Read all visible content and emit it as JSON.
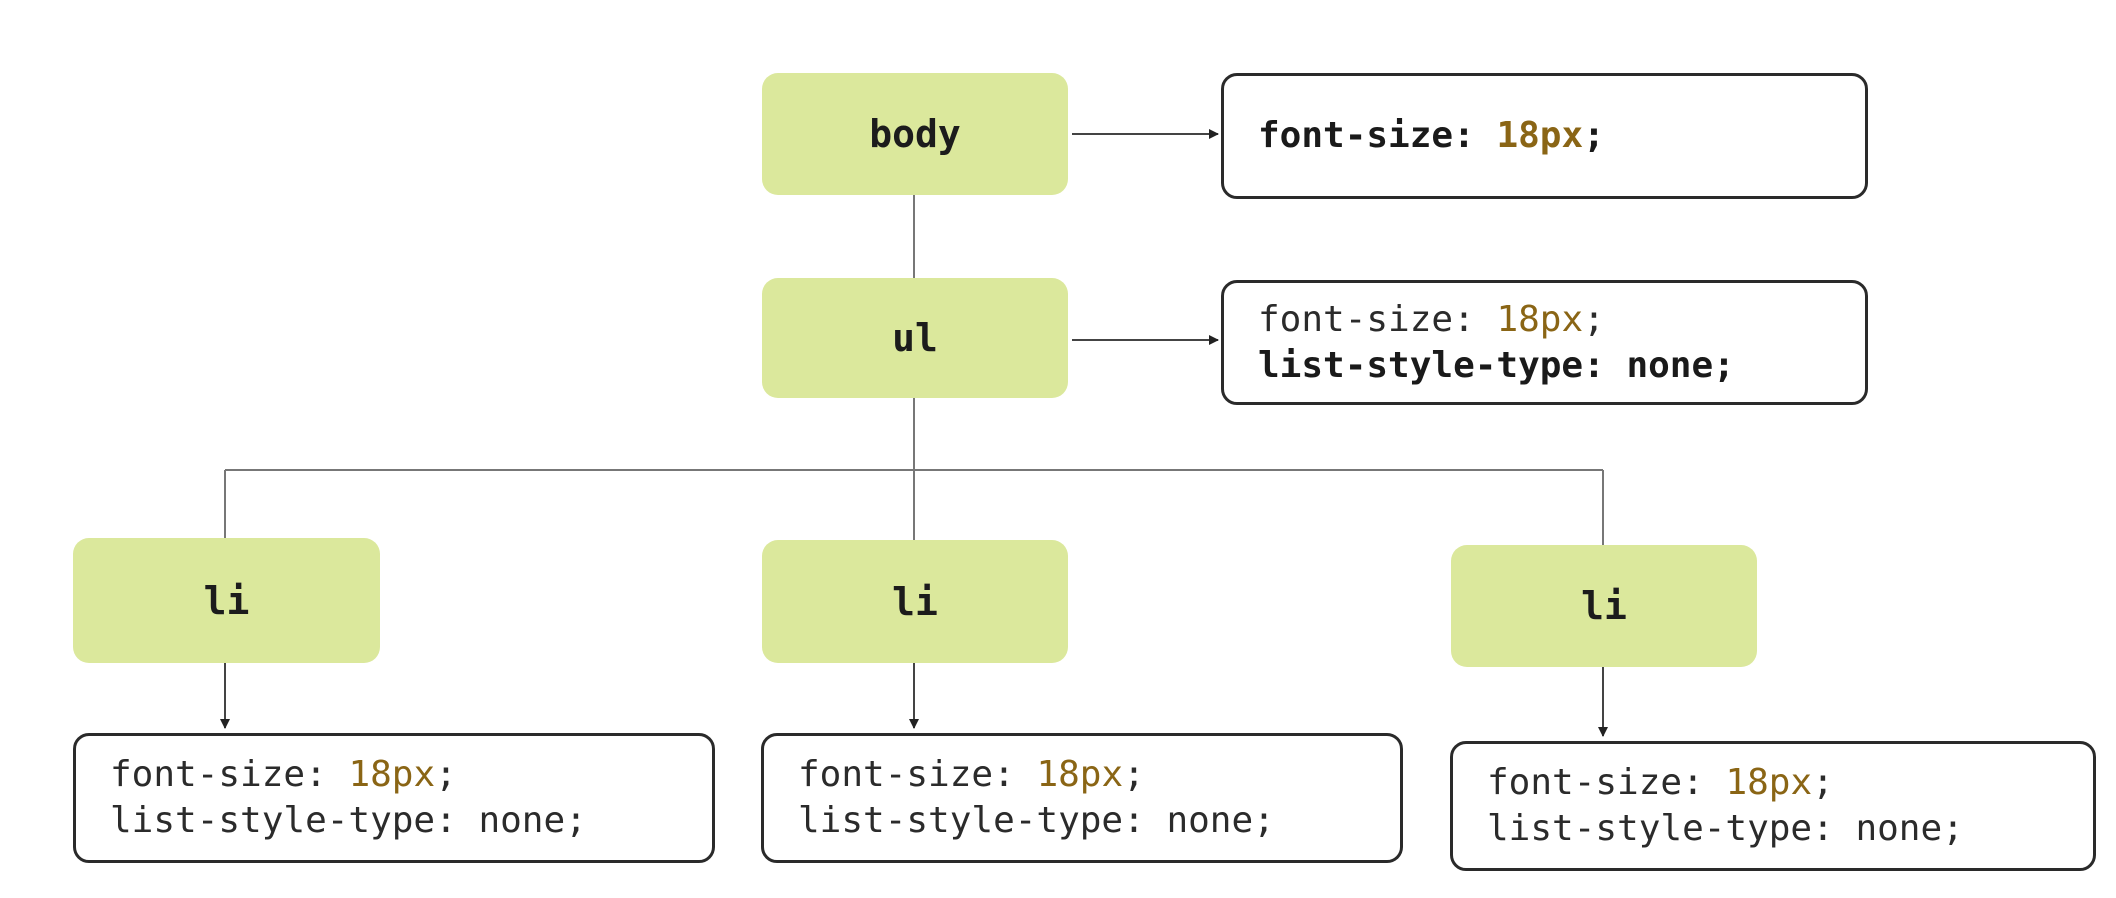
{
  "colors": {
    "node_fill": "#dbe89c",
    "value_color": "#8a6515",
    "connector": "#555555"
  },
  "nodes": {
    "body": "body",
    "ul": "ul",
    "li_1": "li",
    "li_2": "li",
    "li_3": "li"
  },
  "rules": {
    "body": {
      "l1_prop": "font-size:",
      "l1_val": "18px",
      "l1_end": ";"
    },
    "ul": {
      "l1_prop": "font-size:",
      "l1_val": "18px",
      "l1_end": ";",
      "l2_text": "list-style-type: none;"
    },
    "li_1": {
      "l1_prop": "font-size:",
      "l1_val": "18px",
      "l1_end": ";",
      "l2_text": "list-style-type: none;"
    },
    "li_2": {
      "l1_prop": "font-size:",
      "l1_val": "18px",
      "l1_end": ";",
      "l2_text": "list-style-type: none;"
    },
    "li_3": {
      "l1_prop": "font-size:",
      "l1_val": "18px",
      "l1_end": ";",
      "l2_text": "list-style-type: none;"
    }
  }
}
